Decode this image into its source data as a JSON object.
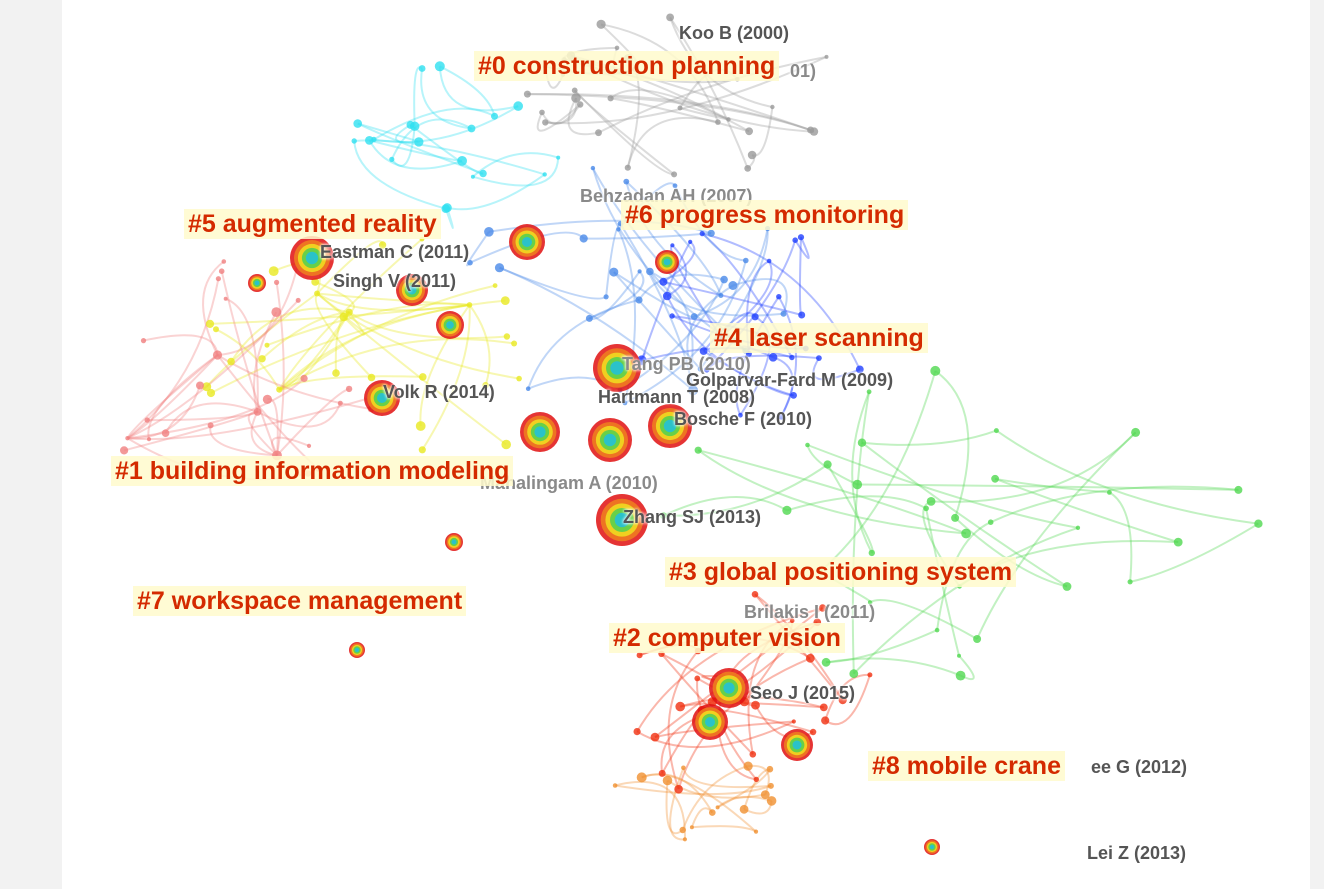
{
  "cluster_labels": [
    {
      "text": "#0 construction planning"
    },
    {
      "text": "#1 building information modeling"
    },
    {
      "text": "#2 computer vision"
    },
    {
      "text": "#3 global positioning system"
    },
    {
      "text": "#4 laser scanning"
    },
    {
      "text": "#5 augmented reality"
    },
    {
      "text": "#6 progress monitoring"
    },
    {
      "text": "#7 workspace management"
    },
    {
      "text": "#8 mobile crane"
    }
  ],
  "reference_labels": [
    {
      "text": "Koo B (2000)"
    },
    {
      "text": "01)"
    },
    {
      "text": "Behzadan AH (2007)"
    },
    {
      "text": "Eastman C (2011)"
    },
    {
      "text": "Singh V (2011)"
    },
    {
      "text": "Tang PB (2010)"
    },
    {
      "text": "Golparvar-Fard M (2009)"
    },
    {
      "text": "Volk R (2014)"
    },
    {
      "text": "Hartmann T (2008)"
    },
    {
      "text": "Bosche F (2010)"
    },
    {
      "text": "Mahalingam A (2010)"
    },
    {
      "text": "Zhang SJ (2013)"
    },
    {
      "text": "Brilakis I (2011)"
    },
    {
      "text": "Seo J (2015)"
    },
    {
      "text": "ee G (2012)"
    },
    {
      "text": "Lei Z (2013)"
    }
  ],
  "colors": {
    "cluster_text": "#d42a00",
    "cluster_background": "#fffacd",
    "reference_text": "#555555",
    "cluster_0": "#9a9a9a",
    "cluster_1": "#e8e820",
    "cluster_2": "#f03010",
    "cluster_3": "#50d850",
    "cluster_4": "#2040ff",
    "cluster_5": "#30e0f0",
    "cluster_6": "#4a8ae8",
    "cluster_7": "#f08080",
    "cluster_8": "#f09030"
  }
}
